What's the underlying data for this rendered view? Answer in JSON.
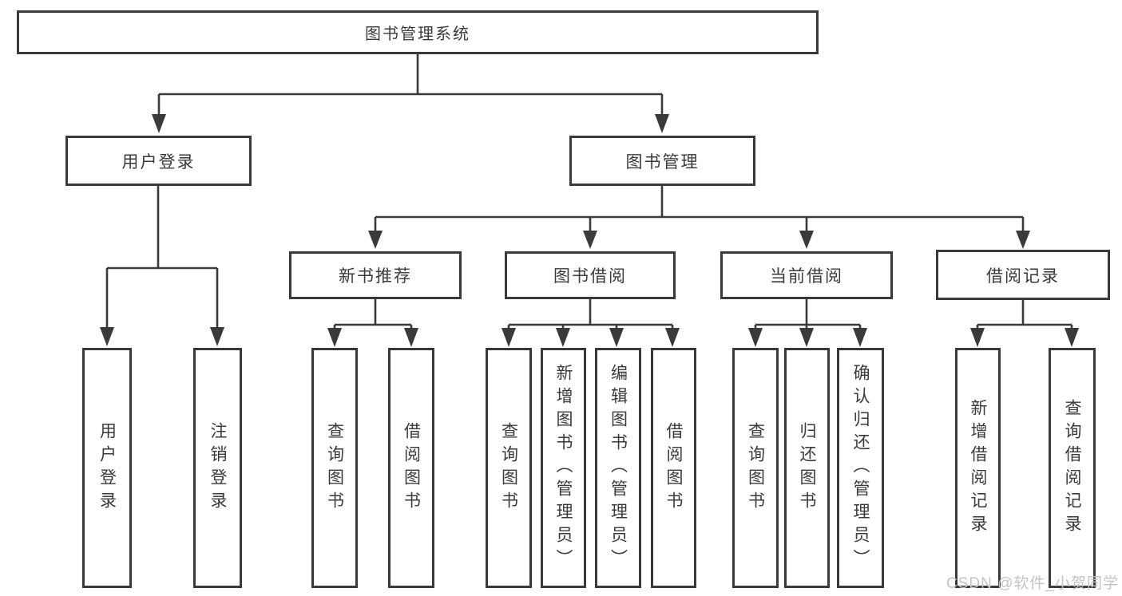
{
  "tree": {
    "root": {
      "label": "图书管理系统",
      "children": [
        {
          "label": "用户登录",
          "children": [
            {
              "label": "用户登录"
            },
            {
              "label": "注销登录"
            }
          ]
        },
        {
          "label": "图书管理",
          "children": [
            {
              "label": "新书推荐",
              "children": [
                {
                  "label": "查询图书"
                },
                {
                  "label": "借阅图书"
                }
              ]
            },
            {
              "label": "图书借阅",
              "children": [
                {
                  "label": "查询图书"
                },
                {
                  "label": "新增图书（管理员）"
                },
                {
                  "label": "编辑图书（管理员）"
                },
                {
                  "label": "借阅图书"
                }
              ]
            },
            {
              "label": "当前借阅",
              "children": [
                {
                  "label": "查询图书"
                },
                {
                  "label": "归还图书"
                },
                {
                  "label": "确认归还（管理员）"
                }
              ]
            },
            {
              "label": "借阅记录",
              "children": [
                {
                  "label": "新增借阅记录"
                },
                {
                  "label": "查询借阅记录"
                }
              ]
            }
          ]
        }
      ]
    }
  },
  "watermark": {
    "text": "CSDN @软件_小贺同学"
  },
  "colors": {
    "line": "#3a3a3a",
    "text": "#3a3a3a",
    "watermark": "#c3c3ca",
    "background": "#ffffff"
  }
}
